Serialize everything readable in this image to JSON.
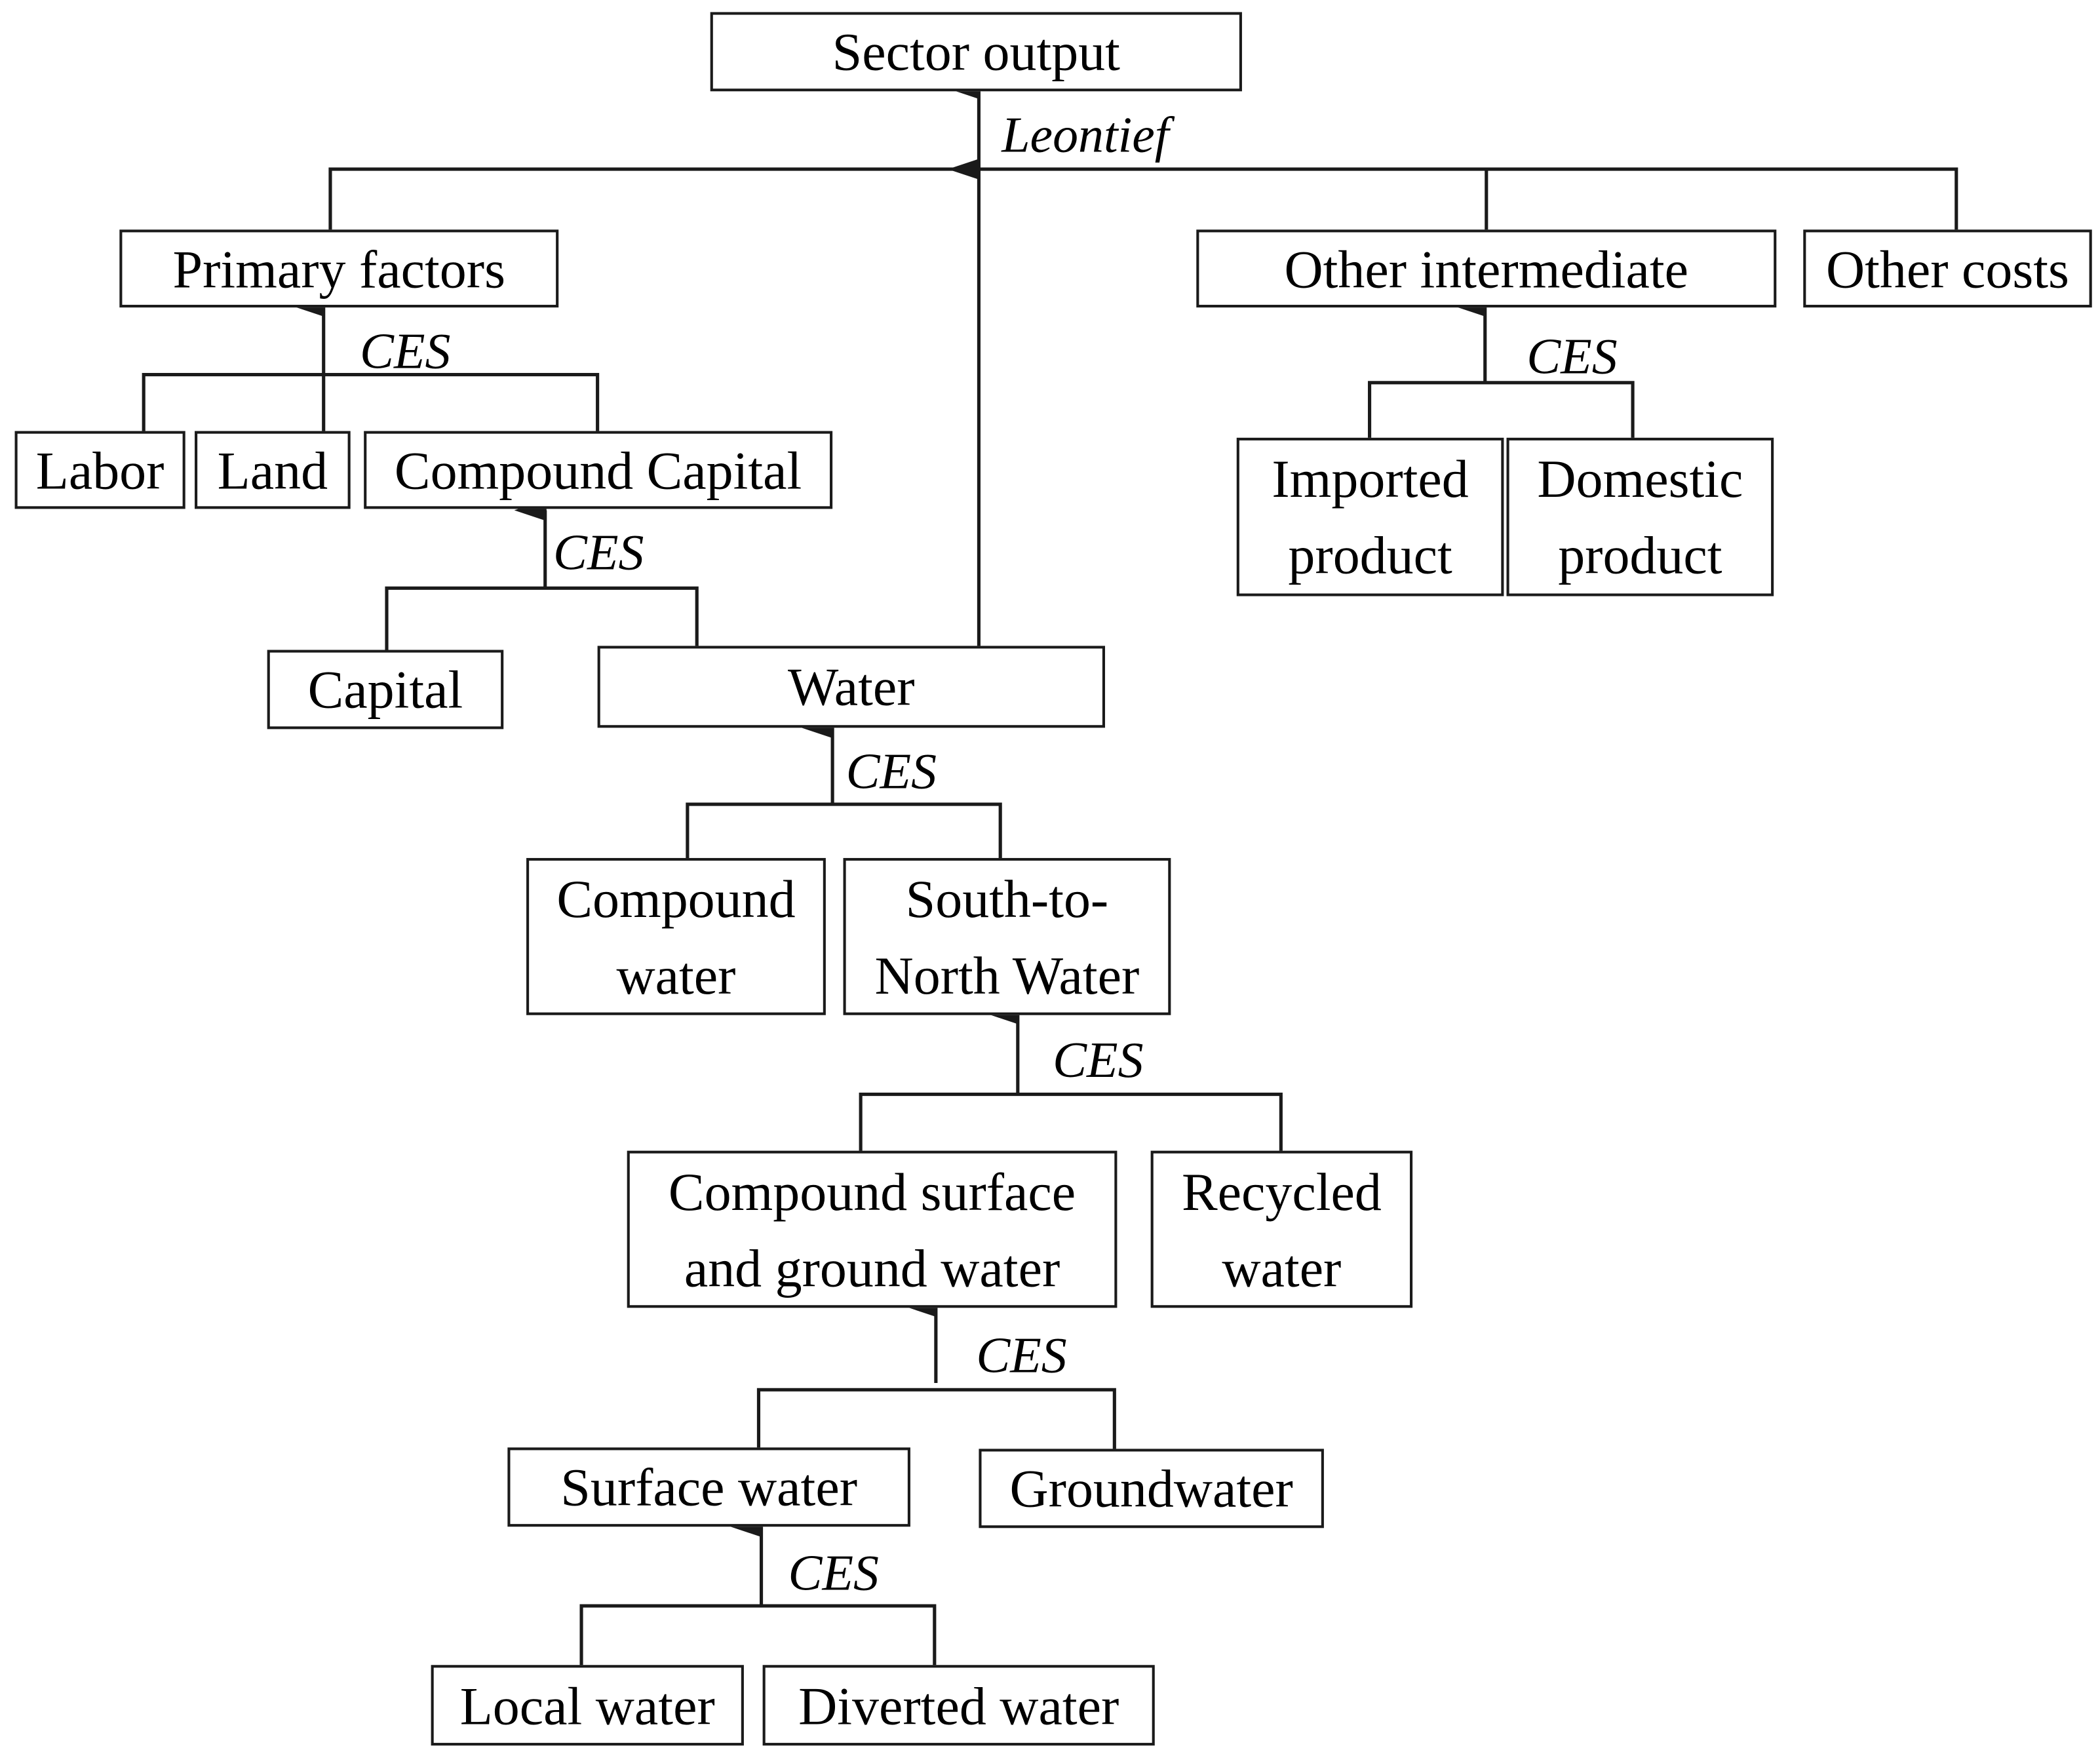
{
  "colors": {
    "line": "#1a1a1a",
    "background": "#ffffff",
    "text": "#000000"
  },
  "nodes": {
    "sector_output": "Sector output",
    "primary_factors": "Primary factors",
    "other_intermediate": "Other intermediate",
    "other_costs": "Other costs",
    "labor": "Labor",
    "land": "Land",
    "compound_capital": "Compound Capital",
    "imported_product": "Imported\nproduct",
    "domestic_product": "Domestic\nproduct",
    "capital": "Capital",
    "water": "Water",
    "compound_water": "Compound\nwater",
    "south_to_north_water": "South-to-\nNorth Water",
    "compound_surface_ground_water": "Compound surface\nand ground water",
    "recycled_water": "Recycled\nwater",
    "surface_water": "Surface water",
    "groundwater": "Groundwater",
    "local_water": "Local water",
    "diverted_water": "Diverted water"
  },
  "functions": {
    "sector_output": "Leontief",
    "primary_factors": "CES",
    "compound_capital": "CES",
    "other_intermediate": "CES",
    "water": "CES",
    "south_to_north_water": "CES",
    "compound_surface_ground_water": "CES",
    "surface_water": "CES"
  }
}
